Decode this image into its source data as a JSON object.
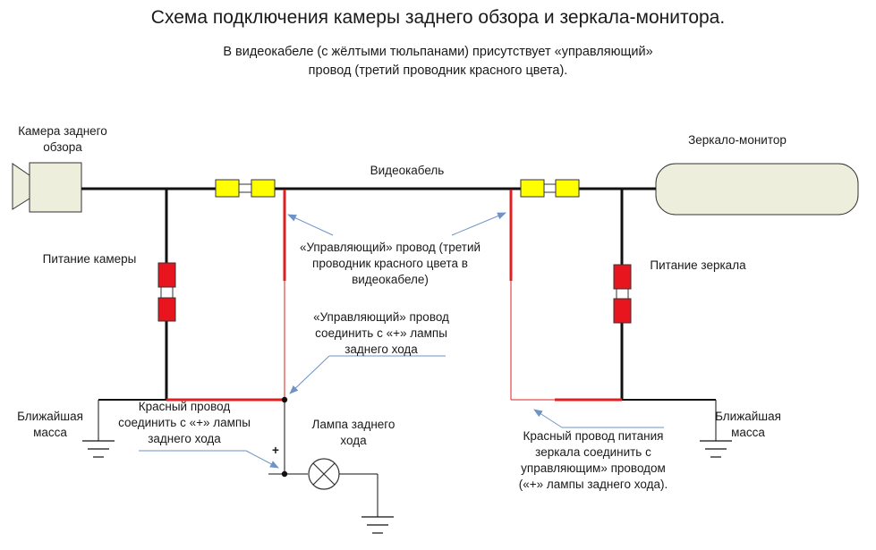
{
  "title": "Схема подключения камеры заднего обзора и зеркала-монитора.",
  "subtitle_line1": "В видеокабеле (с жёлтыми тюльпанами) присутствует «управляющий»",
  "subtitle_line2": "провод (третий проводник красного цвета).",
  "labels": {
    "camera_line1": "Камера заднего",
    "camera_line2": "обзора",
    "mirror": "Зеркало-монитор",
    "video_cable": "Видеокабель",
    "camera_power": "Питание камеры",
    "mirror_power": "Питание зеркала",
    "control_wire_1": "«Управляющий» провод (третий",
    "control_wire_2": "проводник красного цвета в",
    "control_wire_3": "видеокабеле)",
    "control_connect_1": "«Управляющий» провод",
    "control_connect_2": "соединить с «+» лампы",
    "control_connect_3": "заднего хода",
    "ground_left_1": "Ближайшая",
    "ground_left_2": "масса",
    "ground_right_1": "Ближайшая",
    "ground_right_2": "масса",
    "red_wire_1": "Красный провод",
    "red_wire_2": "соединить с «+» лампы",
    "red_wire_3": "заднего хода",
    "lamp_1": "Лампа заднего",
    "lamp_2": "хода",
    "plus": "+",
    "mirror_red_1": "Красный провод питания",
    "mirror_red_2": "зеркала соединить с",
    "mirror_red_3": "управляющим» проводом",
    "mirror_red_4": "(«+» лампы заднего хода)."
  },
  "colors": {
    "wire": "#111111",
    "red_wire": "#e02020",
    "connector_yellow": "#ffff00",
    "connector_red": "#e8141e",
    "arrow": "#6f93c4",
    "device_fill": "#eeeedd"
  }
}
